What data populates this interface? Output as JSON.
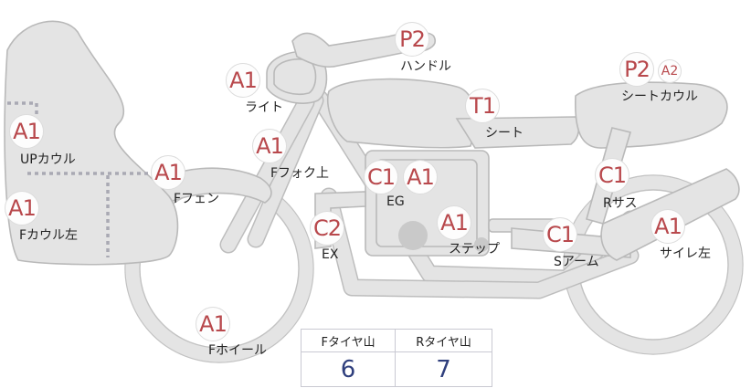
{
  "parts": [
    {
      "id": "handle",
      "grade": "P2",
      "label": "ハンドル"
    },
    {
      "id": "light",
      "grade": "A1",
      "label": "ライト"
    },
    {
      "id": "seat-cowl",
      "grade": "P2",
      "grade2": "A2",
      "label": "シートカウル"
    },
    {
      "id": "seat",
      "grade": "T1",
      "label": "シート"
    },
    {
      "id": "up-cowl",
      "grade": "A1",
      "label": "UPカウル"
    },
    {
      "id": "front-fork",
      "grade": "A1",
      "label": "Fフォク上"
    },
    {
      "id": "front-fender",
      "grade": "A1",
      "label": "Fフェン"
    },
    {
      "id": "engine",
      "grade": "C1",
      "grade2": "A1",
      "label": "EG"
    },
    {
      "id": "rear-suspension",
      "grade": "C1",
      "label": "Rサス"
    },
    {
      "id": "front-cowl-left",
      "grade": "A1",
      "label": "Fカウル左"
    },
    {
      "id": "exhaust",
      "grade": "C2",
      "label": "EX"
    },
    {
      "id": "step",
      "grade": "A1",
      "label": "ステップ"
    },
    {
      "id": "swing-arm",
      "grade": "C1",
      "label": "Sアーム"
    },
    {
      "id": "silencer-left",
      "grade": "A1",
      "label": "サイレ左"
    },
    {
      "id": "front-wheel",
      "grade": "A1",
      "label": "Fホイール"
    }
  ],
  "tire_table": {
    "front_header": "Fタイヤ山",
    "rear_header": "Rタイヤ山",
    "front_value": "6",
    "rear_value": "7"
  }
}
